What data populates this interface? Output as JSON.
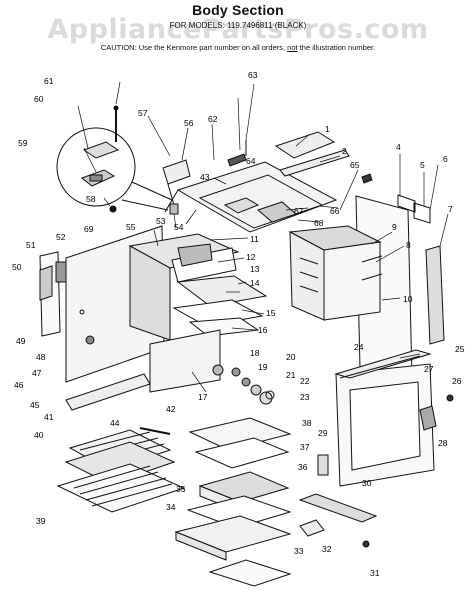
{
  "header": {
    "title": "Body Section",
    "models": "FOR MODELS: 119.7496811 (BLACK)",
    "caution_prefix": "CAUTION: Use the Kenmore part number on all orders,",
    "caution_not": "not",
    "caution_suffix": "the illustration number."
  },
  "watermark": "AppliancePartsPros.com",
  "callouts": [
    "1",
    "2",
    "4",
    "5",
    "6",
    "7",
    "8",
    "9",
    "10",
    "11",
    "12",
    "13",
    "14",
    "15",
    "16",
    "17",
    "18",
    "19",
    "20",
    "21",
    "22",
    "23",
    "24",
    "25",
    "26",
    "27",
    "28",
    "29",
    "30",
    "31",
    "32",
    "33",
    "34",
    "35",
    "36",
    "37",
    "38",
    "39",
    "40",
    "41",
    "42",
    "43",
    "44",
    "45",
    "46",
    "47",
    "48",
    "49",
    "50",
    "51",
    "52",
    "53",
    "54",
    "55",
    "56",
    "57",
    "58",
    "59",
    "60",
    "61",
    "62",
    "63",
    "64",
    "65",
    "66",
    "67",
    "68",
    "69"
  ]
}
